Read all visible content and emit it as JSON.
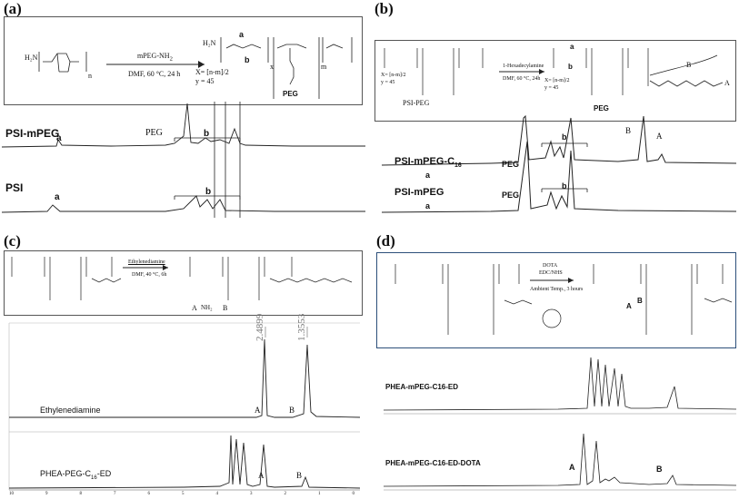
{
  "panels": {
    "a": {
      "label": "(a)",
      "reagent": "mPEG-NH",
      "reagent_sub": "2",
      "conditions": "DMF, 60 °C, 24 h",
      "reactant_h2n": "H₂N",
      "sub_n": "n",
      "sub_x": "x",
      "sub_m": "m",
      "site_a": "a",
      "site_b": "b",
      "x_eq": "X= [n-m]/2",
      "y_eq": "y = 45",
      "peg": "PEG",
      "spectra": [
        {
          "name": "PSI-mPEG",
          "peaks": [
            "a",
            "PEG",
            "b"
          ]
        },
        {
          "name": "PSI",
          "peaks": [
            "a",
            "b"
          ]
        }
      ]
    },
    "b": {
      "label": "(b)",
      "reagent": "1-Hexadecylamine",
      "conditions": "DMF, 60 °C, 24h",
      "left_name": "PSI-PEG",
      "x_eq": "X= [n-m]/2",
      "y_eq": "y = 45",
      "peg": "PEG",
      "site_a": "a",
      "site_b": "b",
      "chain_A": "A",
      "chain_B": "B",
      "spectra": [
        {
          "name": "PSI-mPEG-C",
          "name_sub": "16",
          "peaks": [
            "a",
            "PEG",
            "b",
            "B",
            "A"
          ]
        },
        {
          "name": "PSI-mPEG",
          "peaks": [
            "a",
            "PEG",
            "b"
          ]
        }
      ]
    },
    "c": {
      "label": "(c)",
      "reagent": "Ethylenediamine",
      "conditions": "DMF, 40 °C, 6h",
      "site_A": "A",
      "site_B": "B",
      "nh2": "NH₂",
      "peak_values": [
        "2.4899",
        "1.3553"
      ],
      "spectra": [
        {
          "name": "Ethylenediamine",
          "peaks": [
            "A",
            "B"
          ]
        },
        {
          "name": "PHEA-PEG-C",
          "name_sub": "16",
          "name_suffix": "-ED",
          "peaks": [
            "A",
            "B"
          ]
        }
      ],
      "axis_ticks": [
        "10",
        "9",
        "8",
        "7",
        "6",
        "5",
        "4",
        "3",
        "2",
        "1",
        "0"
      ]
    },
    "d": {
      "label": "(d)",
      "reagent_1": "DOTA",
      "reagent_2": "EDC/NHS",
      "conditions": "Ambient Temp., 3 hours",
      "site_A": "A",
      "site_B": "B",
      "spectra": [
        {
          "name": "PHEA-mPEG-C16-ED",
          "peaks": []
        },
        {
          "name": "PHEA-mPEG-C16-ED-DOTA",
          "peaks": [
            "A",
            "B"
          ]
        }
      ]
    }
  },
  "colors": {
    "text": "#111111",
    "scheme_border_d": "#2c4f7a",
    "spectrum": "#222222"
  }
}
